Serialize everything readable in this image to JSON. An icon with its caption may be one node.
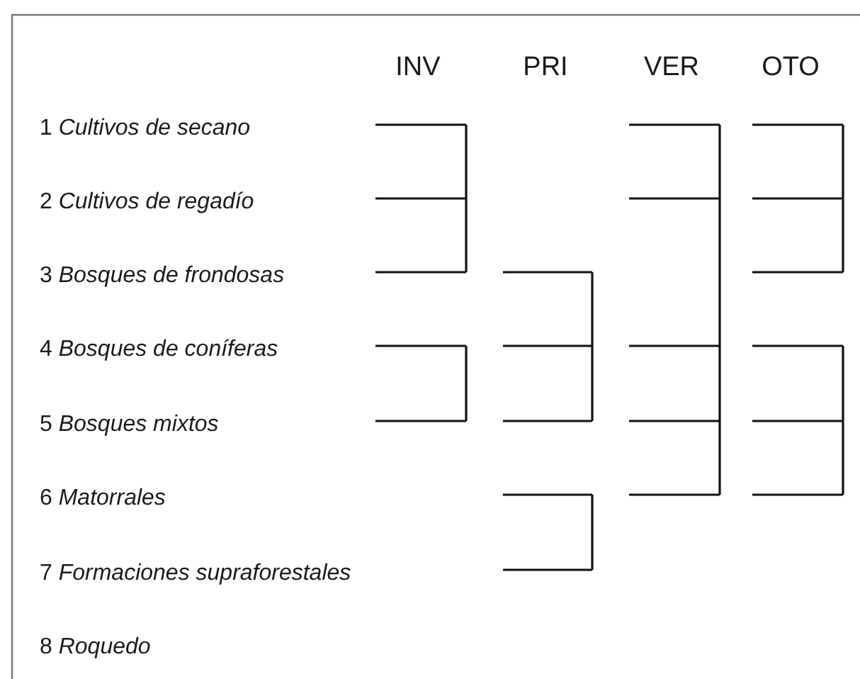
{
  "diagram": {
    "labels": [
      "INV",
      "PRI",
      "VER",
      "OTO",
      "1 *Cultivos de secano*",
      "2 *Cultivos de regadío*",
      "3 *Bosques de frondosas*",
      "4 *Bosques de coníferas*",
      "5 *Bosques mixtos*",
      "6 *Matorrales*",
      "7 *Formaciones supraforestales*",
      "8 *Roquedo*"
    ]
  }
}
